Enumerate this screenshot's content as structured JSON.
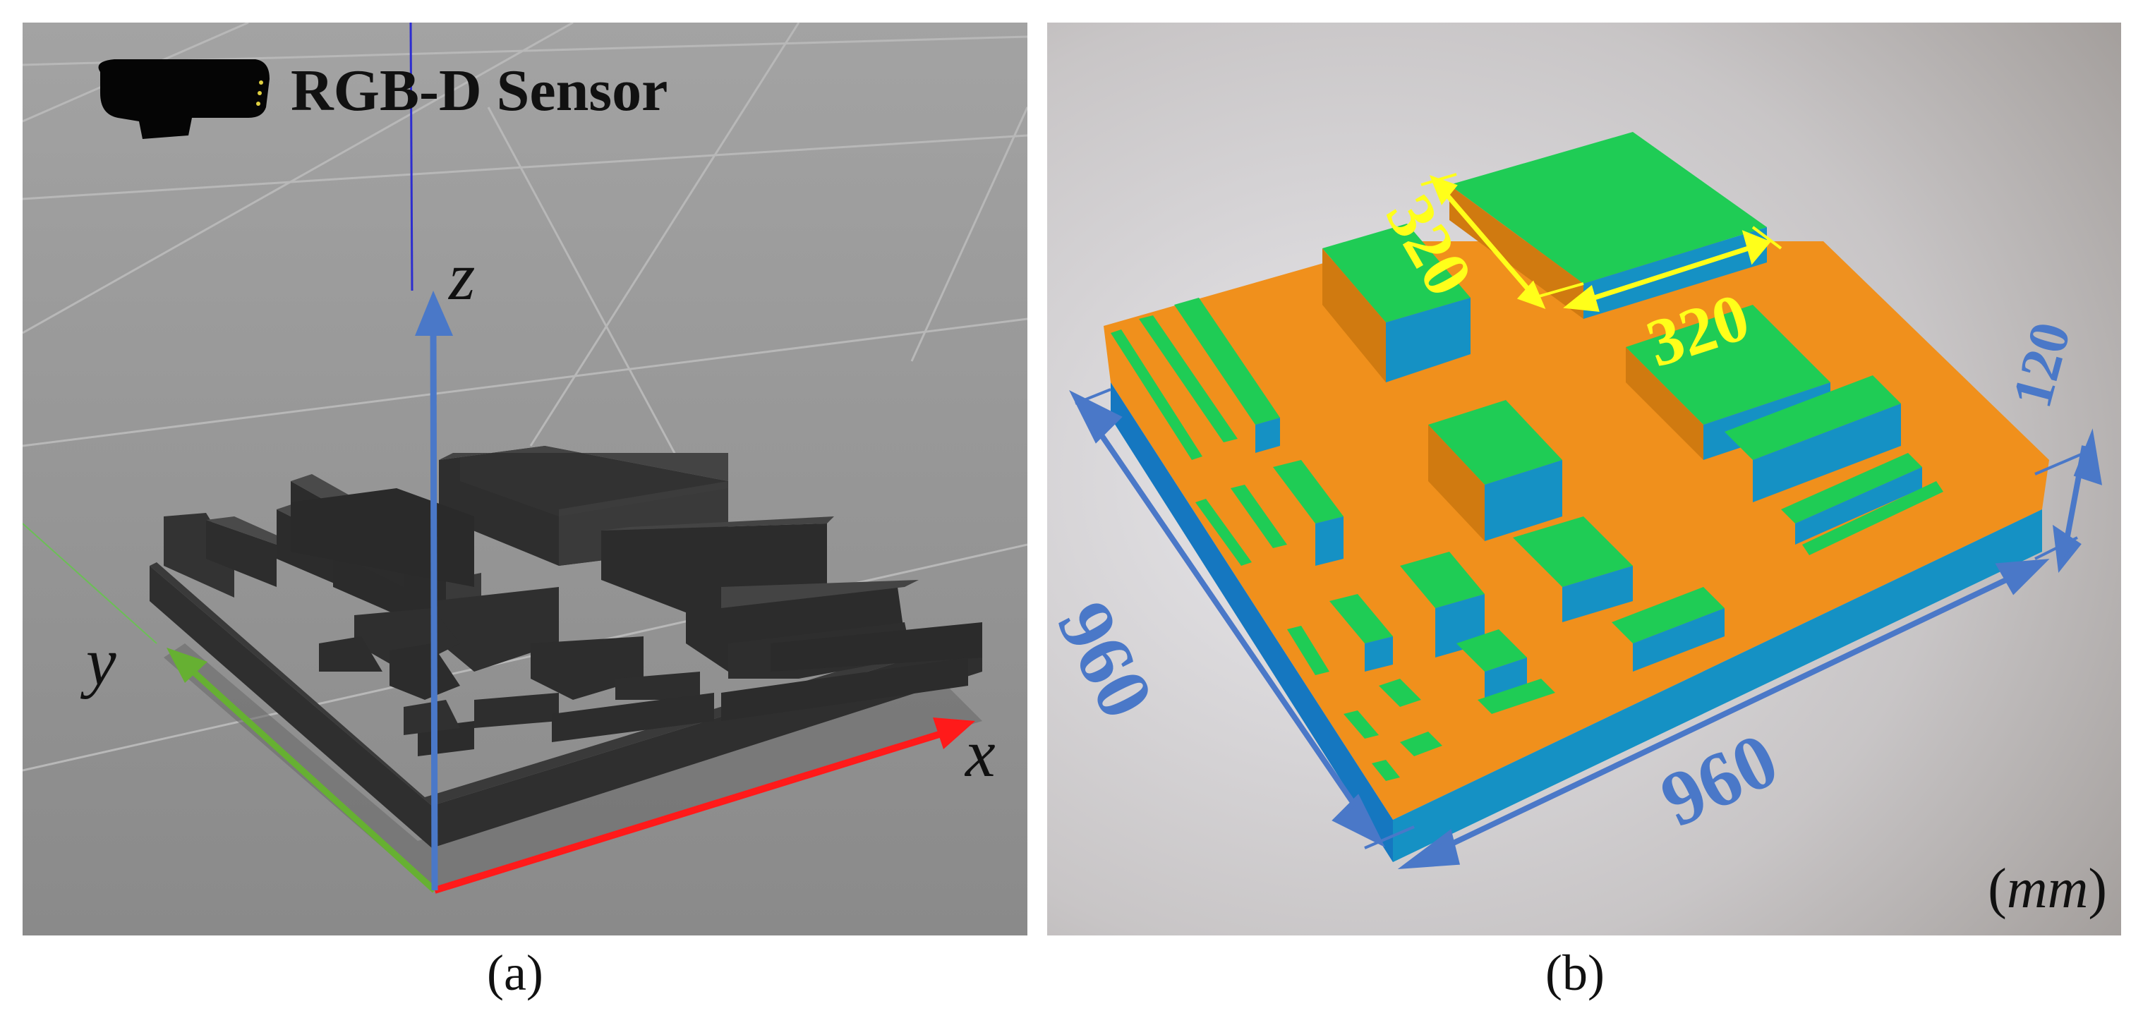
{
  "panel_a": {
    "sensor_label": "RGB-D Sensor",
    "axis_labels": {
      "z": "z",
      "y": "y",
      "x": "x"
    },
    "caption": "(a)",
    "colors": {
      "x_axis": "#ff1a1a",
      "y_axis": "#66b032",
      "z_axis": "#4a78c8",
      "ground": "#8f8f8f",
      "blocks": "#2f2f2f"
    },
    "icons": [
      "sensor-icon"
    ]
  },
  "panel_b": {
    "dimension_labels": {
      "top_block_depth": "320",
      "top_block_width": "320",
      "height": "120",
      "left_edge": "960",
      "front_edge": "960"
    },
    "unit_label_prefix": "(",
    "unit_label_unit": "mm",
    "unit_label_suffix": ")",
    "caption": "(b)",
    "colors": {
      "top": "#1fcc55",
      "side": "#1591c4",
      "base": "#f0901c",
      "dimension_yellow": "#ffff1a",
      "dimension_blue": "#4a78c8"
    }
  }
}
